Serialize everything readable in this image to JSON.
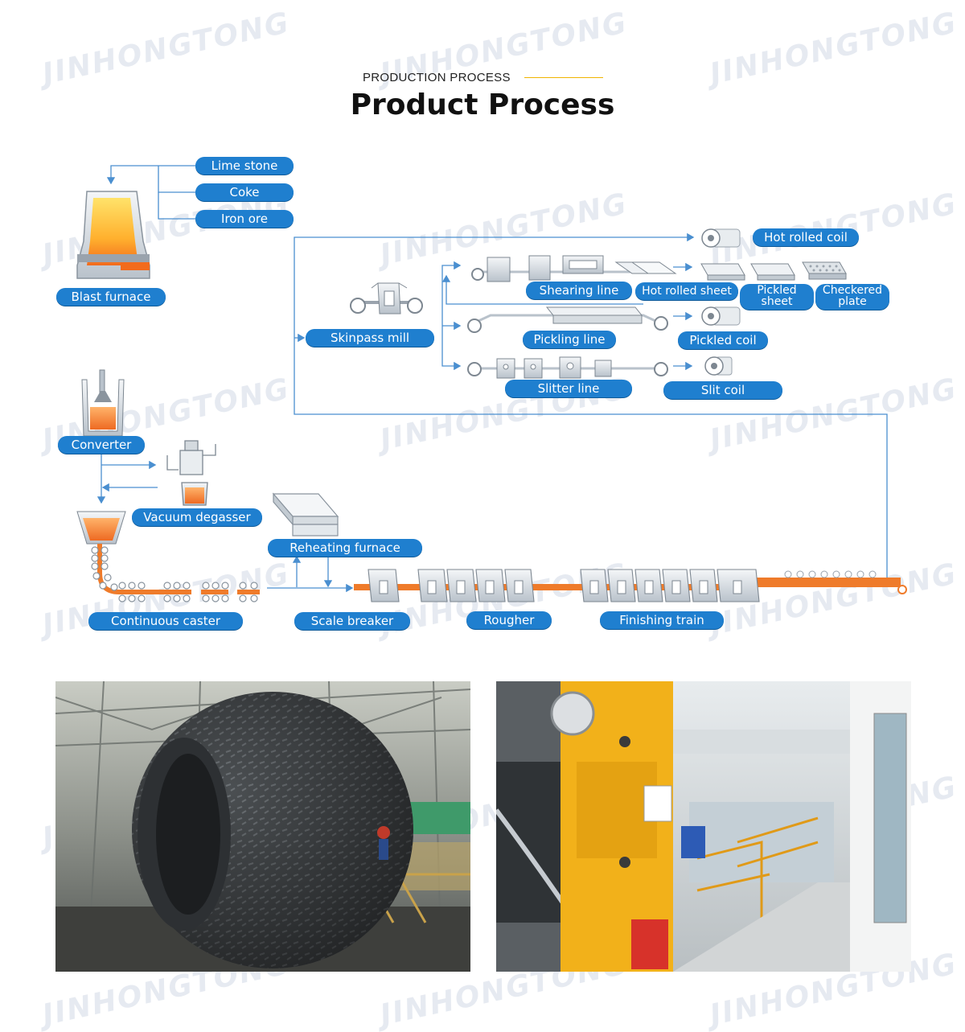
{
  "header": {
    "subtitle": "PRODUCTION PROCESS",
    "title": "Product Process"
  },
  "watermark": "JINHONGTONG",
  "colors": {
    "accent_line": "#f0b400",
    "label_blue": "#1f7fcf",
    "flow_line": "#4a8fd0",
    "molten": "#f08a3a"
  },
  "diagram": {
    "raw_materials": [
      "Lime stone",
      "Coke",
      "Iron ore"
    ],
    "blast_furnace": "Blast furnace",
    "converter": "Converter",
    "vacuum_degasser": "Vacuum degasser",
    "continuous_caster": "Continuous caster",
    "reheating_furnace": "Reheating furnace",
    "scale_breaker": "Scale breaker",
    "rougher": "Rougher",
    "finishing_train": "Finishing train",
    "skinpass_mill": "Skinpass mill",
    "hot_rolled_coil": "Hot rolled coil",
    "shearing_line": "Shearing line",
    "hot_rolled_sheet": "Hot rolled sheet",
    "pickled_sheet": "Pickled sheet",
    "checkered_plate": "Checkered plate",
    "pickling_line": "Pickling line",
    "pickled_coil": "Pickled coil",
    "slitter_line": "Slitter line",
    "slit_coil": "Slit coil"
  },
  "photos": {
    "left": "checkered-coil-in-workshop",
    "right": "slitting-line-machine"
  }
}
